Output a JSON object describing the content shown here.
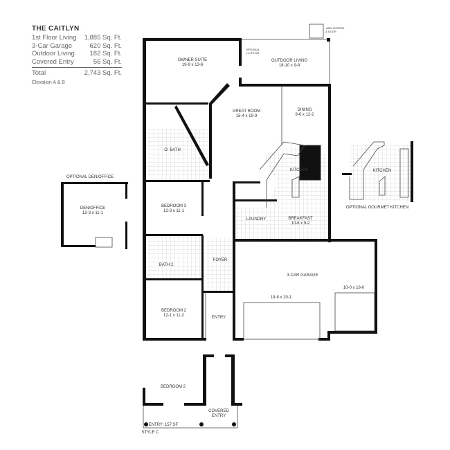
{
  "legend": {
    "title": "THE CAITLYN",
    "rows": [
      {
        "label": "1st Floor Living",
        "value": "1,885 Sq. Ft."
      },
      {
        "label": "3-Car Garage",
        "value": "620 Sq. Ft."
      },
      {
        "label": "Outdoor Living",
        "value": "182 Sq. Ft."
      },
      {
        "label": "Covered Entry",
        "value": "56 Sq. Ft."
      }
    ],
    "total": {
      "label": "Total",
      "value": "2,743 Sq. Ft."
    },
    "elevation": "Elevation A & B"
  },
  "rooms": {
    "owner_suite": {
      "name": "OWNER SUITE",
      "dim": "19-9 x 13-6"
    },
    "outdoor_living": {
      "name": "OUTDOOR LIVING",
      "dim": "18-10 x 9-8"
    },
    "great_room": {
      "name": "GREAT ROOM",
      "dim": "15-4 x 19-9"
    },
    "dining": {
      "name": "DINING",
      "dim": "9-6 x 12-2"
    },
    "o_bath": {
      "name": "O. BATH"
    },
    "kitchen": {
      "name": "KITCHEN"
    },
    "breakfast": {
      "name": "BREAKFAST",
      "dim": "10-8 x 9-2"
    },
    "laundry": {
      "name": "LAUNDRY"
    },
    "bedroom3": {
      "name": "BEDROOM 3",
      "dim": "12-3 x 11-1"
    },
    "bath2": {
      "name": "BATH 2"
    },
    "foyer": {
      "name": "FOYER"
    },
    "bedroom2": {
      "name": "BEDROOM 2",
      "dim": "12-1 x 11-2"
    },
    "entry": {
      "name": "ENTRY"
    },
    "garage": {
      "name": "3-CAR GARAGE",
      "dim_main": "19-8 x 20-1",
      "dim_side": "10-0 x 18-0"
    },
    "den": {
      "name": "DEN/OFFICE",
      "dim": "12-3 x 11-1"
    }
  },
  "notes": {
    "optional_door": [
      "OPTIONAL",
      "1-LITE DR"
    ],
    "add_screen": [
      "ADD SCREEN",
      "& DOOR"
    ],
    "optional_den": "OPTIONAL DEN/OFFICE",
    "gourmet_kitchen_label": "KITCHEN",
    "optional_gourmet": "OPTIONAL GOURMET KITCHEN",
    "styleC_bedroom": "BEDROOM 2",
    "covered_entry": [
      "COVERED",
      "ENTRY"
    ],
    "entry_sf": "ENTRY: 157 SF",
    "style": "STYLE C"
  }
}
